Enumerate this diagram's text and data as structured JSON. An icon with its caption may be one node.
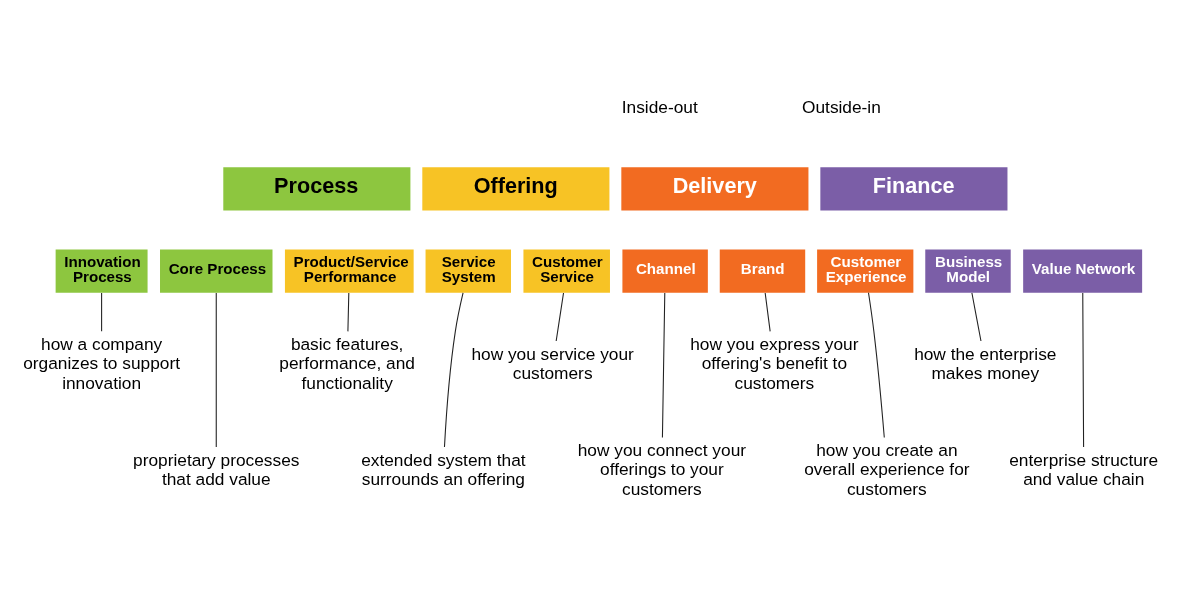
{
  "diagram": {
    "nodes": [
      {
        "text": [
          "Process"
        ]
      },
      {
        "text": [
          "Offering"
        ]
      },
      {
        "text": [
          "Delivery"
        ]
      },
      {
        "text": [
          "Finance"
        ]
      },
      {
        "text": [
          "Innovation Process"
        ]
      },
      {
        "text": [
          "Core Process"
        ]
      },
      {
        "text": [
          "Product/Service Performance"
        ]
      },
      {
        "text": [
          "Service System"
        ]
      },
      {
        "text": [
          "Customer Service"
        ]
      },
      {
        "text": [
          "Channel"
        ]
      },
      {
        "text": [
          "Brand"
        ]
      },
      {
        "text": [
          "Customer Experience"
        ]
      },
      {
        "text": [
          "Business Model"
        ]
      },
      {
        "text": [
          "Value Network"
        ]
      },
      {
        "text": [
          "how a company organizes to support innovation"
        ]
      },
      {
        "text": [
          "proprietary processes that add value"
        ]
      },
      {
        "text": [
          "basic features, performance, and functionality"
        ]
      },
      {
        "text": [
          "extended system that surrounds an offering"
        ]
      },
      {
        "text": [
          "how you service your customers"
        ]
      },
      {
        "text": [
          "how you connect your offerings to your customers"
        ]
      },
      {
        "text": [
          "how you express your offering's benefit to customers"
        ]
      },
      {
        "text": [
          "how you create an overall experience for customers"
        ]
      },
      {
        "text": [
          "how the enterprise makes money"
        ]
      },
      {
        "text": [
          "enterprise structure and value chain"
        ]
      }
    ],
    "edges": [
      {
        "from": 4,
        "to": 14,
        "arrow": "none"
      },
      {
        "from": 5,
        "to": 15,
        "arrow": "none"
      },
      {
        "from": 6,
        "to": 16,
        "arrow": "none"
      },
      {
        "from": 7,
        "to": 17,
        "arrow": "none"
      },
      {
        "from": 8,
        "to": 18,
        "arrow": "none"
      },
      {
        "from": 9,
        "to": 19,
        "arrow": "none"
      },
      {
        "from": 10,
        "to": 20,
        "arrow": "none"
      },
      {
        "from": 11,
        "to": 21,
        "arrow": "none"
      },
      {
        "from": 12,
        "to": 22,
        "arrow": "none"
      },
      {
        "from": 13,
        "to": 23,
        "arrow": "none"
      }
    ],
    "labels": [
      "Inside-out",
      "Outside-in"
    ]
  }
}
